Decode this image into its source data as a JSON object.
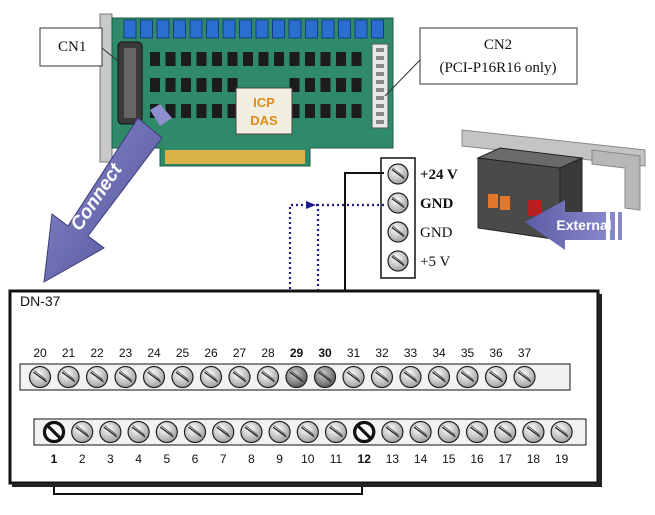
{
  "callouts": {
    "cn1": "CN1",
    "cn2_line1": "CN2",
    "cn2_line2": "(PCI-P16R16 only)"
  },
  "card": {
    "logo_line1": "ICP",
    "logo_line2": "DAS"
  },
  "arrows": {
    "connect": "Connect",
    "external": "External"
  },
  "terminal_block": {
    "labels": [
      "+24 V",
      "GND",
      "GND",
      "+5 V"
    ],
    "bold": [
      true,
      true,
      false,
      false
    ]
  },
  "dn37": {
    "title": "DN-37",
    "top_pins": [
      "20",
      "21",
      "22",
      "23",
      "24",
      "25",
      "26",
      "27",
      "28",
      "29",
      "30",
      "31",
      "32",
      "33",
      "34",
      "35",
      "36",
      "37"
    ],
    "bottom_pins": [
      "1",
      "2",
      "3",
      "4",
      "5",
      "6",
      "7",
      "8",
      "9",
      "10",
      "11",
      "12",
      "13",
      "14",
      "15",
      "16",
      "17",
      "18",
      "19"
    ],
    "bold_pins": [
      "29",
      "30",
      "1",
      "12"
    ],
    "dark_top_pins": [
      "29",
      "30"
    ],
    "blocked_bottom_pins": [
      "1",
      "12"
    ]
  },
  "colors": {
    "pcb": "#2f8a6a",
    "relay": "#2a6fd0",
    "arrow_fill": "#6e6fb5",
    "dotted_wire": "#1a1a8c",
    "wire": "#111111"
  }
}
